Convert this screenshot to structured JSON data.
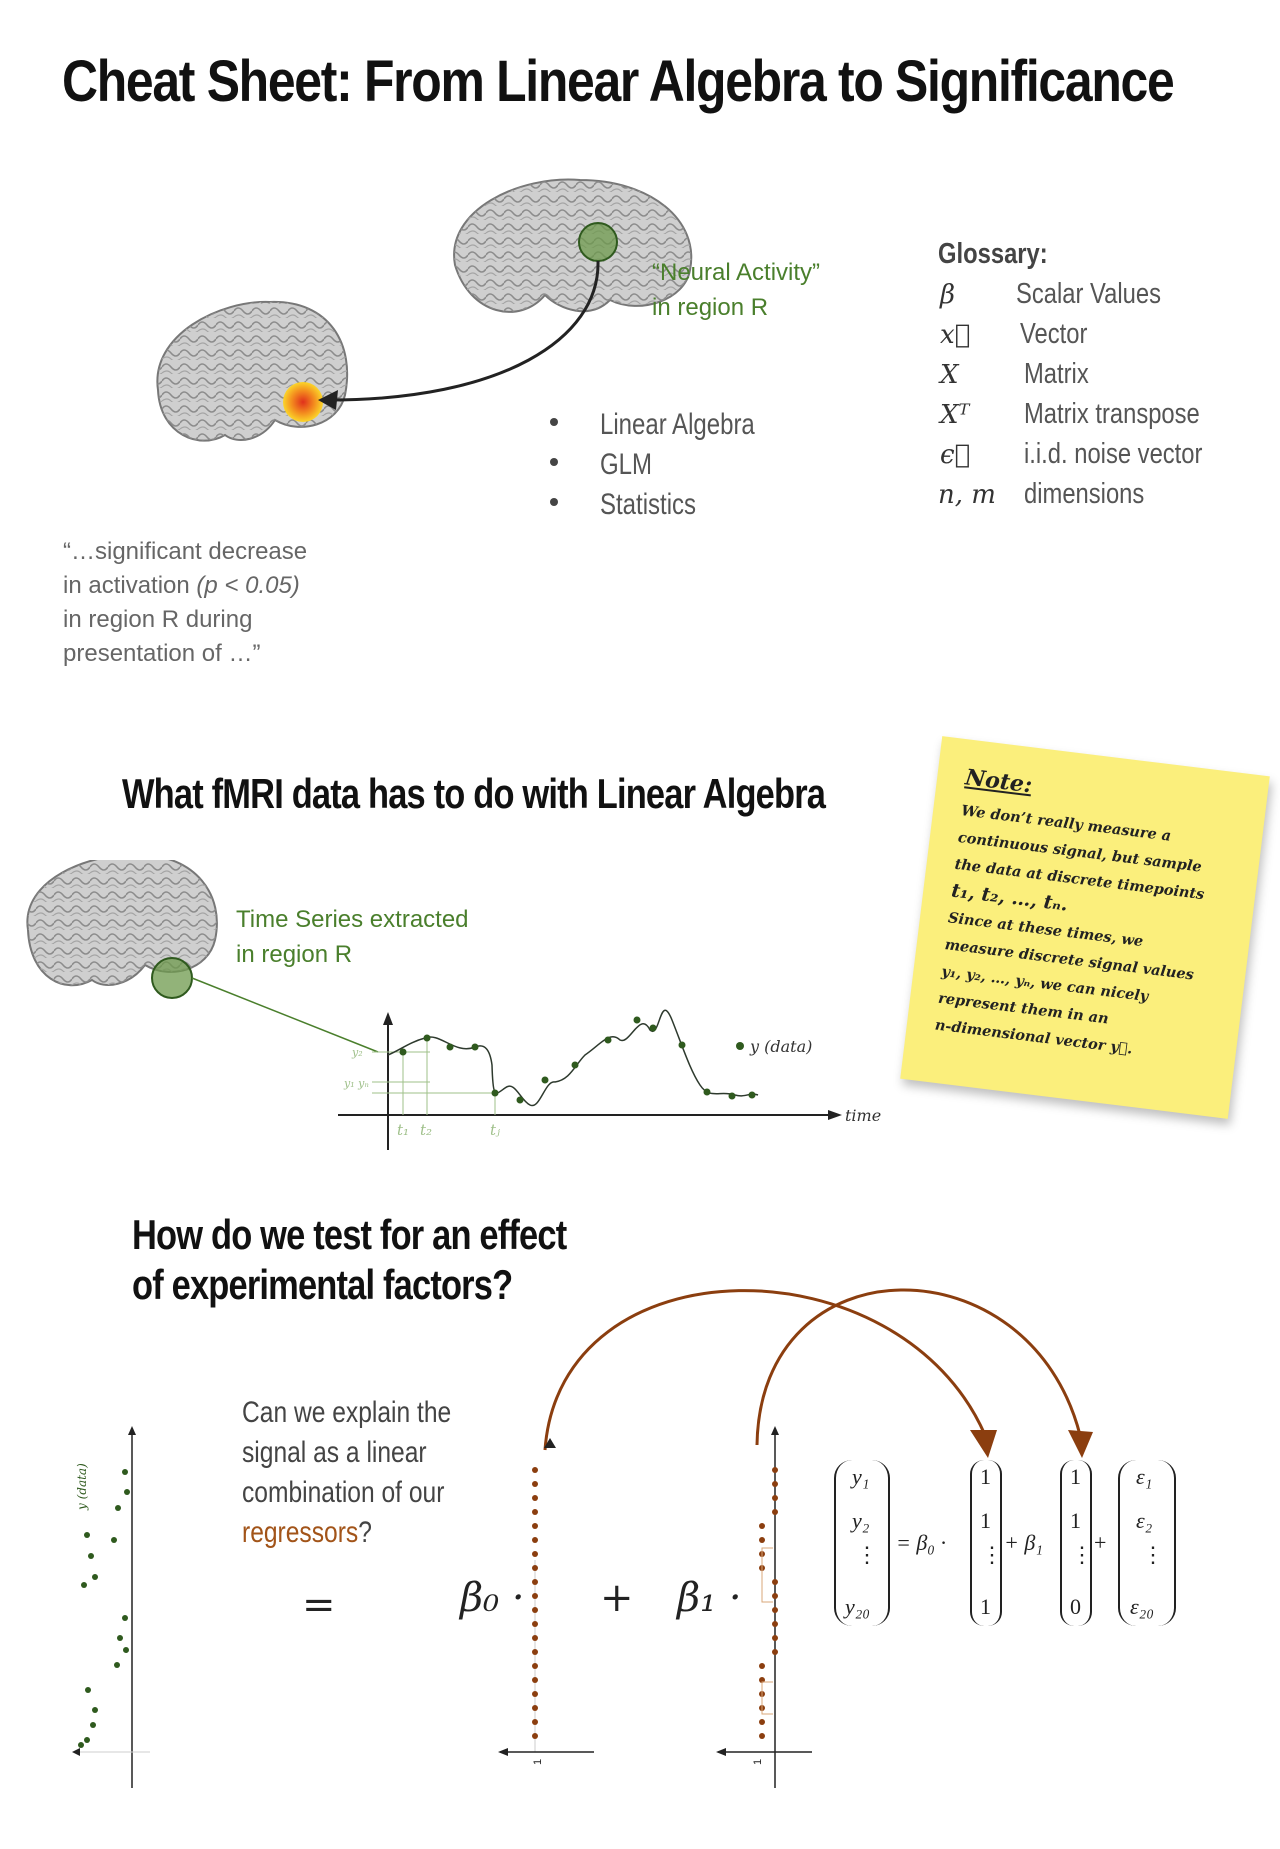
{
  "title": "Cheat Sheet: From Linear Algebra to Significance",
  "section1": {
    "neural_activity_line1": "“Neural Activity”",
    "neural_activity_line2": "in region R",
    "bullets": [
      "Linear Algebra",
      "GLM",
      "Statistics"
    ],
    "quote_line1": "“…significant decrease",
    "quote_line2_pre": "in activation ",
    "quote_line2_em": "(p < 0.05)",
    "quote_line3": "in region R during",
    "quote_line4": "presentation of …”",
    "glossary_title": "Glossary:",
    "glossary": [
      {
        "symbol": "β",
        "definition": "Scalar Values"
      },
      {
        "symbol": "x⃗",
        "definition": "Vector"
      },
      {
        "symbol": "X",
        "definition": "Matrix"
      },
      {
        "symbol": "Xᵀ",
        "definition": "Matrix transpose"
      },
      {
        "symbol": "ϵ⃗",
        "definition": "i.i.d. noise vector"
      },
      {
        "symbol": "n, m",
        "definition": "dimensions"
      }
    ]
  },
  "section2": {
    "heading": "What fMRI data has to do with Linear Algebra",
    "ts_line1": "Time Series extracted",
    "ts_line2": "in region R",
    "legend": "y (data)",
    "axis_time": "time",
    "ticks": [
      "t₁",
      "t₂",
      "tⱼ"
    ],
    "yticks": [
      "y₂",
      "y₁ yₙ"
    ],
    "note": {
      "title": "Note:",
      "lines": [
        "We don’t really measure a",
        "continuous signal, but sample",
        "the data at discrete timepoints",
        "t₁, t₂, …, tₙ.",
        "Since at these times, we",
        "measure discrete signal values",
        "y₁, y₂, …, yₙ, we can nicely",
        "represent them in an",
        "n-dimensional vector y⃗."
      ]
    }
  },
  "section3": {
    "heading_line1": "How do we test for an effect",
    "heading_line2": "of experimental factors?",
    "question_line1": "Can we explain the",
    "question_line2": "signal as a linear",
    "question_line3": "combination of our",
    "question_regressors": "regressors",
    "question_mark": "?",
    "y_axis_label": "y (data)",
    "equals": "=",
    "beta0": "β₀ ·",
    "plus": "+",
    "beta1": "β₁ ·",
    "tick_one": "1",
    "matrix": {
      "y": [
        "y₁",
        "y₂",
        "⋮",
        "y₂₀"
      ],
      "b0_col": [
        "1",
        "1",
        "⋮",
        "1"
      ],
      "b1_col": [
        "1",
        "1",
        "⋮",
        "0"
      ],
      "eps": [
        "ε₁",
        "ε₂",
        "⋮",
        "ε₂₀"
      ],
      "eq": "= β₀ ·",
      "plus_b1": "+ β₁",
      "plus": "+"
    }
  },
  "colors": {
    "green": "#4a7f2c",
    "brown": "#8b3e0f",
    "note_yellow": "#fbef7c",
    "dot_green": "#2f5a1e",
    "dot_brown": "#8b3e0f"
  }
}
